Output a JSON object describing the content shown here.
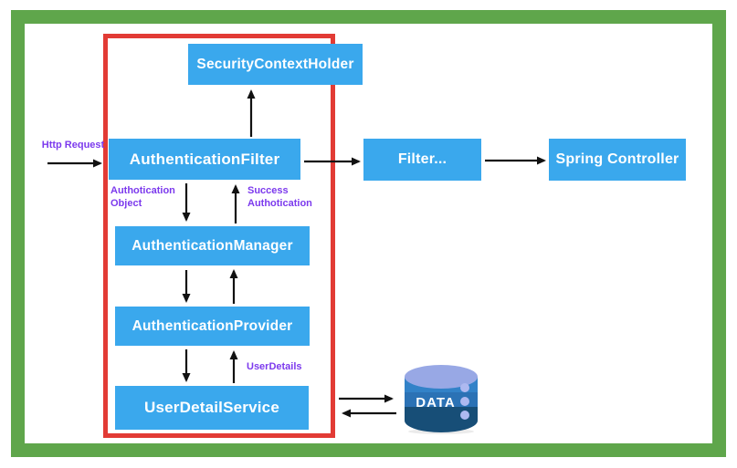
{
  "boxes": {
    "security_context_holder": "SecurityContextHolder",
    "authentication_filter": "AuthenticationFilter",
    "filter_more": "Filter...",
    "spring_controller": "Spring Controller",
    "authentication_manager": "AuthenticationManager",
    "authentication_provider": "AuthenticationProvider",
    "user_detail_service": "UserDetailService"
  },
  "labels": {
    "http_request": "Http Request",
    "authotication_object": "Authotication Object",
    "success_authotication": "Success Authotication",
    "user_details": "UserDetails"
  },
  "database": {
    "label": "DATA"
  },
  "colors": {
    "box_blue": "#3AA8ED",
    "frame_green": "#5FA64B",
    "highlight_red": "#E23B35",
    "label_purple": "#7C3AED",
    "arrow_black": "#111111",
    "db_top_ellipse": "#98A8E5",
    "db_band_upper": "#3282C8",
    "db_band_middle": "#2B72B5",
    "db_band_lower": "#174E77",
    "db_dots": "#AEB9F0"
  }
}
